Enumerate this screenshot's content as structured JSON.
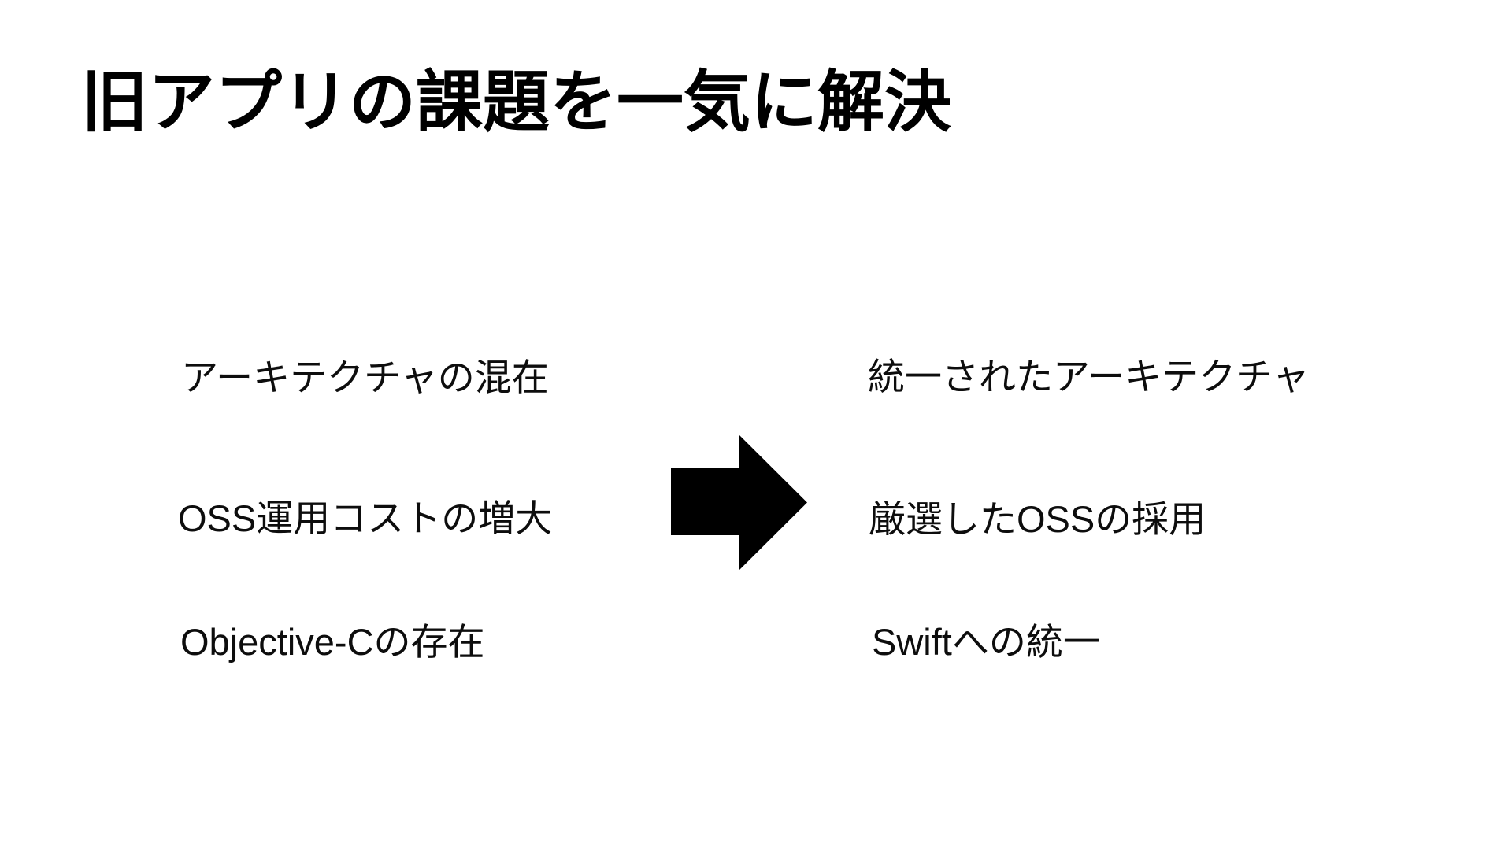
{
  "slide": {
    "title": "旧アプリの課題を一気に解決",
    "problems": [
      "アーキテクチャの混在",
      "OSS運用コストの増大",
      "Objective-Cの存在"
    ],
    "solutions": [
      "統一されたアーキテクチャ",
      "厳選したOSSの採用",
      "Swiftへの統一"
    ],
    "arrow_icon": "right-arrow",
    "colors": {
      "background": "#ffffff",
      "text": "#000000"
    }
  }
}
